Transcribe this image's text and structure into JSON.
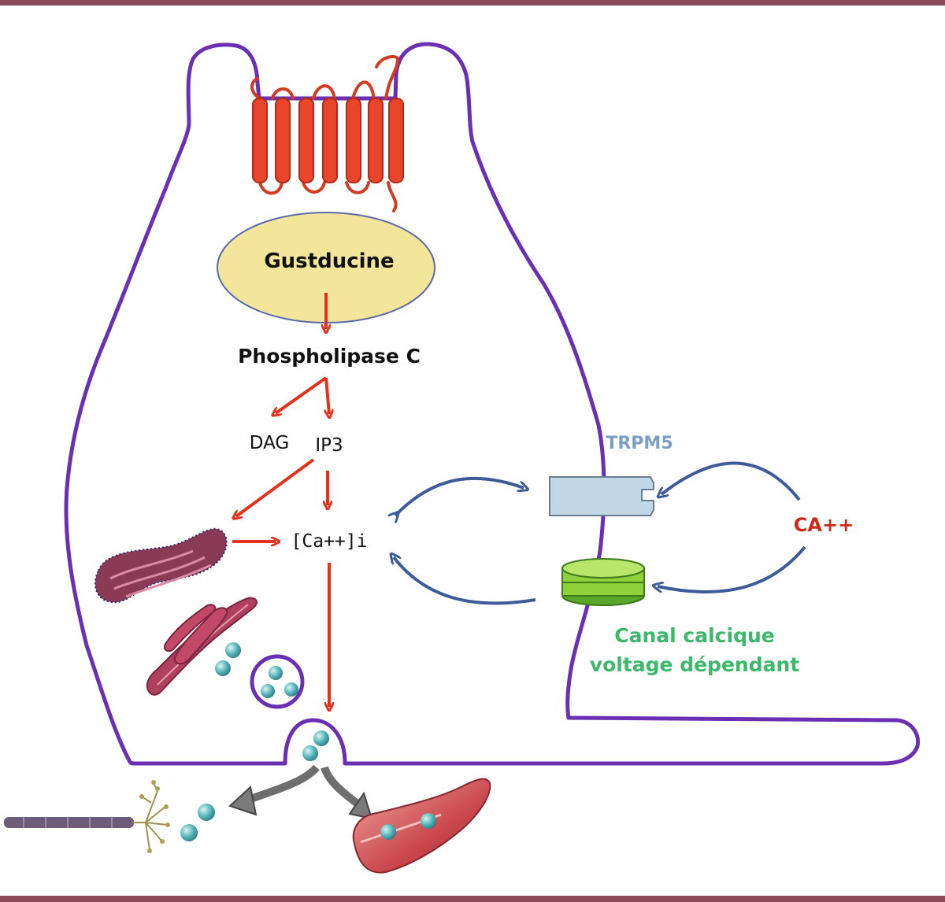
{
  "labels": {
    "gustducine": "Gustducine",
    "phospholipase": "Phospholipase C",
    "dag": "DAG",
    "ip3": "IP3",
    "calcium_intra": "[Ca++]i",
    "trpm5": "TRPM5",
    "ca_extra": "CA++",
    "canal_line1": "Canal calcique",
    "canal_line2": "voltage dépendant"
  },
  "colors": {
    "border_bar": "#8b4a5a",
    "membrane": "#6a2fb3",
    "pathway_arrow": "#e2321b",
    "channel_arrow": "#3d5a99",
    "receptor": "#e8452a",
    "gustducine_fill": "#f3e59a",
    "trpm5_label": "#7b9fc4",
    "ca_label": "#cc2b1a",
    "canal_label": "#3bb86a"
  },
  "icons": {
    "receptor": "gpcr-receptor-icon",
    "er": "endoplasmic-reticulum-icon",
    "mitochondria": "mitochondria-icon",
    "vesicle": "vesicle-icon",
    "trpm5": "trpm5-channel-icon",
    "calcium_channel": "calcium-channel-icon",
    "nerve": "nerve-fiber-icon",
    "blood_vessel": "blood-vessel-icon"
  }
}
